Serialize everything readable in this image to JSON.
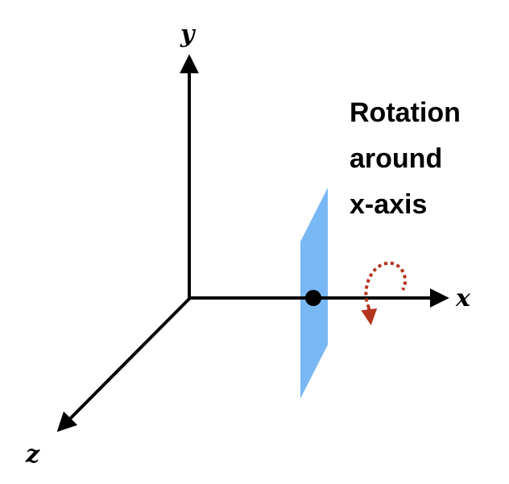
{
  "axes": {
    "x_label": "x",
    "y_label": "y",
    "z_label": "z"
  },
  "caption": {
    "line1": "Rotation",
    "line2": "around",
    "line3": "x-axis"
  },
  "colors": {
    "axis": "#000000",
    "plane": "#7ab8f5",
    "rotation_arrow": "#b5341e",
    "pivot_point": "#000000"
  }
}
